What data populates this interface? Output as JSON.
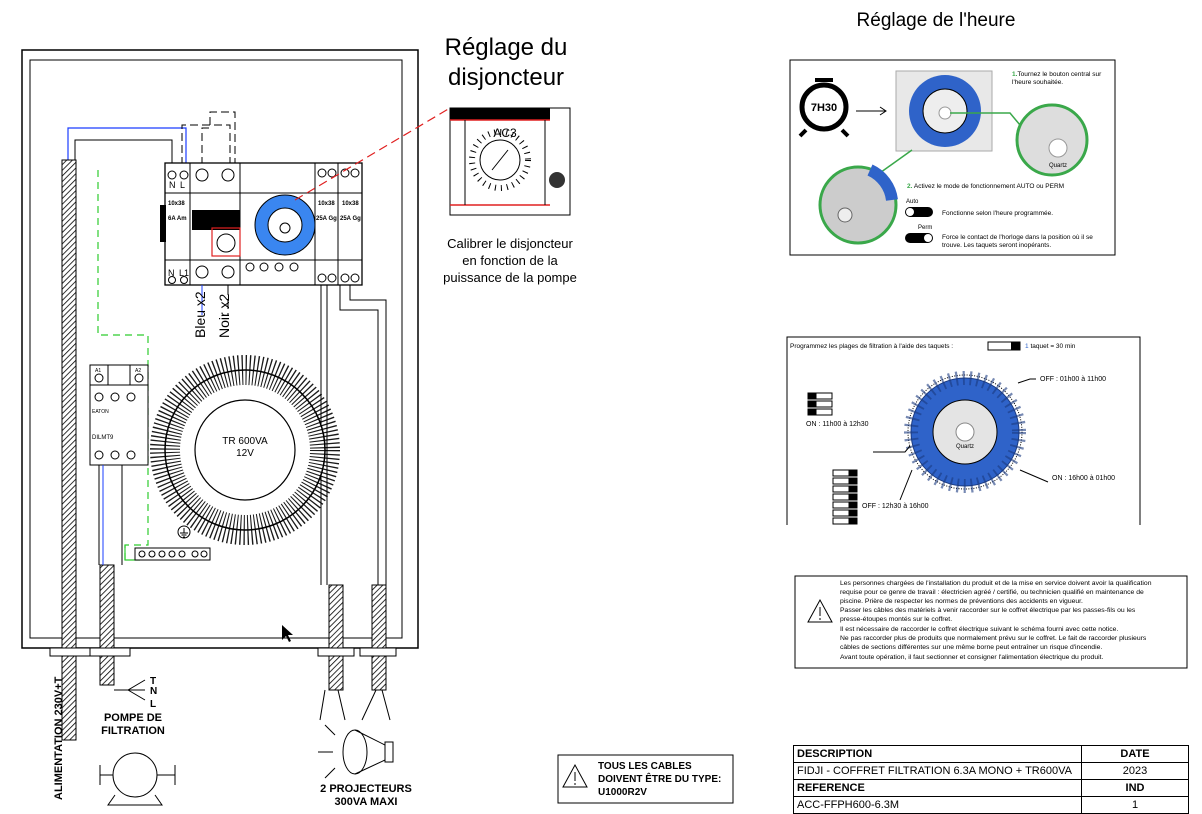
{
  "titles": {
    "breaker": [
      "Réglage du",
      "disjoncteur"
    ],
    "clock": "Réglage de l'heure"
  },
  "breaker_zoom": {
    "label": "AC3",
    "caption": [
      "Calibrer le disjoncteur",
      "en fonction de la",
      "puissance de la pompe"
    ]
  },
  "panel": {
    "top_terminals": [
      "N",
      "L"
    ],
    "bottom_terminals": [
      "N",
      "L1"
    ],
    "fuse_left": [
      "10x38",
      "6A Am"
    ],
    "fuse_mid": [
      "10x38",
      "25A Gg"
    ],
    "fuse_right": [
      "10x38",
      "25A Gg"
    ],
    "wire_labels": [
      "Bleu x2",
      "Noir x2"
    ],
    "contactor": {
      "a1": "A1",
      "a2": "A2",
      "brand": "EATON",
      "model": "DILMT9"
    },
    "transformer": [
      "TR 600VA",
      "12V"
    ],
    "power_label": "ALIMENTATION 230V+T",
    "pump_label": [
      "POMPE DE",
      "FILTRATION"
    ],
    "pump_wires": [
      "T",
      "N",
      "L"
    ],
    "projector_label": [
      "2 PROJECTEURS",
      "300VA MAXI"
    ]
  },
  "clock_setting": {
    "clock_time": "7H30",
    "step1_num": "1.",
    "step1": [
      "Tournez le bouton central sur",
      "l'heure souhaitée."
    ],
    "dial_label": "Quartz",
    "step2_num": "2.",
    "step2": "Activez le mode de fonctionnement AUTO ou PERM",
    "auto_label": "Auto",
    "auto_desc": "Fonctionne selon l'heure programmée.",
    "perm_label": "Perm",
    "perm_desc": [
      "Force le contact de l'horloge dans la position où il se",
      "trouve. Les taquets seront inopérants."
    ],
    "accent": "#3aa84a"
  },
  "programming": {
    "intro": "Programmez les plages de filtration à l'aide des taquets :",
    "tap_value_num": "1",
    "tap_value": "taquet = 30 min",
    "off1": "OFF : 01h00 à 11h00",
    "on1": "ON : 11h00 à 12h30",
    "on2": "ON : 16h00 à 01h00",
    "off2": "OFF : 12h30 à 16h00",
    "dial_label": "Quartz",
    "dial_color": "#2f63c9"
  },
  "safety_notice": [
    "Les personnes chargées de l'installation du produit et de la mise en service doivent avoir la qualification",
    "requise pour ce genre de travail : électricien agréé / certifié, ou technicien qualifié en maintenance de",
    "piscine. Prière de respecter les normes de préventions des accidents en vigueur.",
    "Passer les câbles des matériels à venir raccorder sur le coffret électrique par les passes-fils ou les",
    "presse-étoupes montés sur le coffret.",
    "Il est nécessaire de raccorder le coffret électrique suivant le schéma fourni avec cette notice.",
    "Ne pas raccorder plus de produits que normalement prévu sur le coffret. Le fait de raccorder plusieurs",
    "câbles de sections différentes sur une même borne peut entraîner un risque d'incendie.",
    "Avant toute opération, il faut sectionner et consigner l'alimentation électrique du produit."
  ],
  "cable_warning": [
    "TOUS LES CABLES",
    "DOIVENT ÊTRE DU TYPE:",
    "U1000R2V"
  ],
  "title_block": {
    "description_header": "DESCRIPTION",
    "date_header": "DATE",
    "description": "FIDJI - COFFRET FILTRATION 6.3A MONO + TR600VA",
    "date": "2023",
    "reference_header": "REFERENCE",
    "ind_header": "IND",
    "reference": "ACC-FFPH600-6.3M",
    "ind": "1"
  },
  "colors": {
    "neutral_wire": "#1a3cff",
    "earth_wire": "#2ecc2e",
    "callout": "#e02020"
  }
}
